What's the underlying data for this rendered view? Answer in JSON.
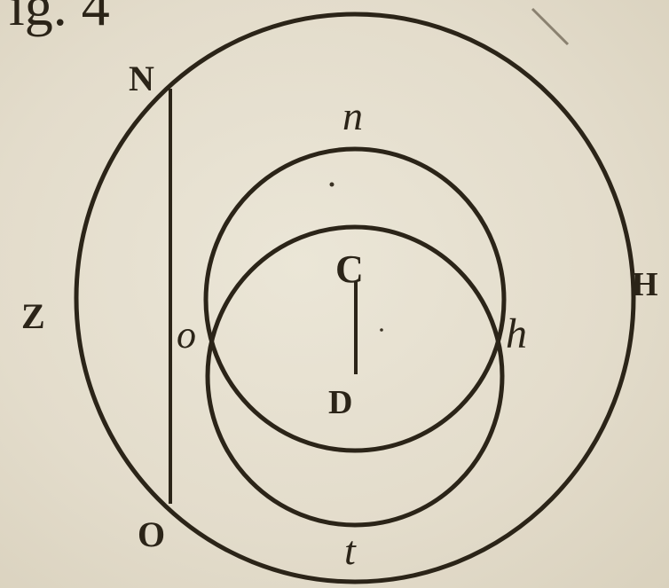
{
  "figure": {
    "header_fragment": "ig. 4",
    "labels": {
      "N": "N",
      "O": "O",
      "Z": "Z",
      "H": "H",
      "C": "C",
      "D": "D",
      "n": "n",
      "t": "t",
      "o": "o",
      "h": "h"
    }
  },
  "colors": {
    "ink": "#2b2418",
    "paper": "#e6e0d0"
  }
}
